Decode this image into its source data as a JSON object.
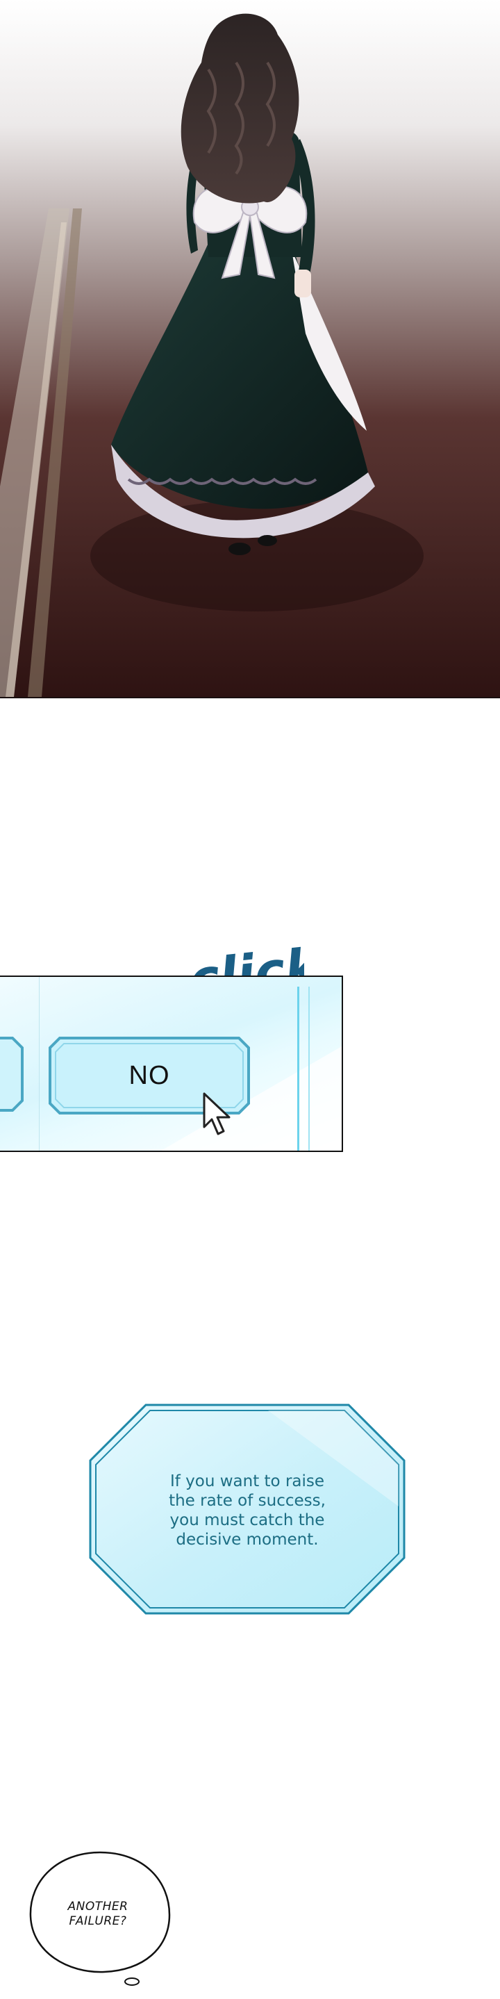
{
  "dialog": {
    "sound_effect": "click",
    "no_button_label": "NO"
  },
  "hint": {
    "lines": [
      "If you want to raise",
      "the rate of success,",
      "you must catch the",
      "decisive moment."
    ]
  },
  "speech": {
    "lines": [
      "ANOTHER",
      "FAILURE?"
    ]
  },
  "colors": {
    "floor_dark": "#3a1c1a",
    "hint_text": "#1c6d83",
    "panel_cyan": "#d9f6fd",
    "click_sfx": "#1b5f86"
  },
  "icons": {
    "cursor": "mouse-pointer-arrow-icon"
  }
}
